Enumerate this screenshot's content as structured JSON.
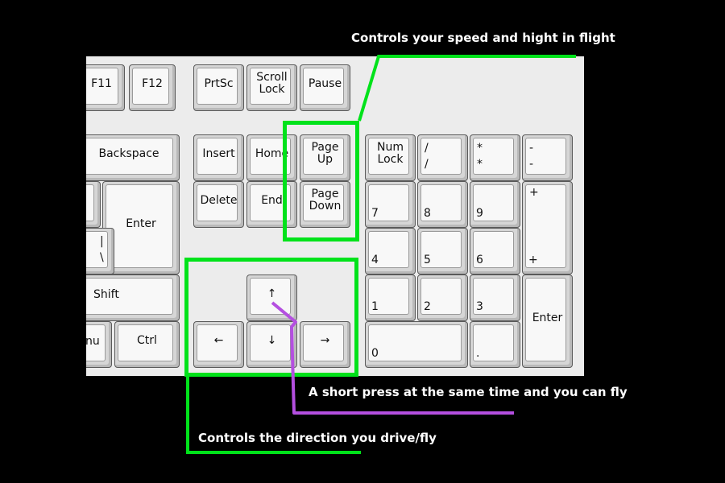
{
  "keys": {
    "f11": "F11",
    "f12": "F12",
    "prtsc": "PrtSc",
    "scroll_lock": "Scroll\nLock",
    "pause": "Pause",
    "backspace": "Backspace",
    "insert": "Insert",
    "home": "Home",
    "page_up": "Page\nUp",
    "num_lock": "Num\nLock",
    "num_slash": "/\n/",
    "num_star": "*\n*",
    "num_minus": "-\n-",
    "enter": "Enter",
    "delete": "Delete",
    "end": "End",
    "page_down": "Page\nDown",
    "num7": "7",
    "num8": "8",
    "num9": "9",
    "num_plus_top": "+",
    "num_plus_bottom": "+",
    "backslash": "|\n\\",
    "num4": "4",
    "num5": "5",
    "num6": "6",
    "shift": "Shift",
    "arrow_up": "↑",
    "num1": "1",
    "num2": "2",
    "num3": "3",
    "num_enter": "Enter",
    "menu": "nu",
    "ctrl": "Ctrl",
    "arrow_left": "←",
    "arrow_down": "↓",
    "arrow_right": "→",
    "num0": "0",
    "num_dot": "."
  },
  "annotations": {
    "speed": "Controls your speed and hight in flight",
    "fly": "A short press at the same time and you can fly",
    "direction": "Controls the direction you drive/fly"
  },
  "colors": {
    "highlight": "#00e21a",
    "fly_line": "#b44fe0",
    "background": "#000000",
    "keyboard": "#ececec"
  }
}
